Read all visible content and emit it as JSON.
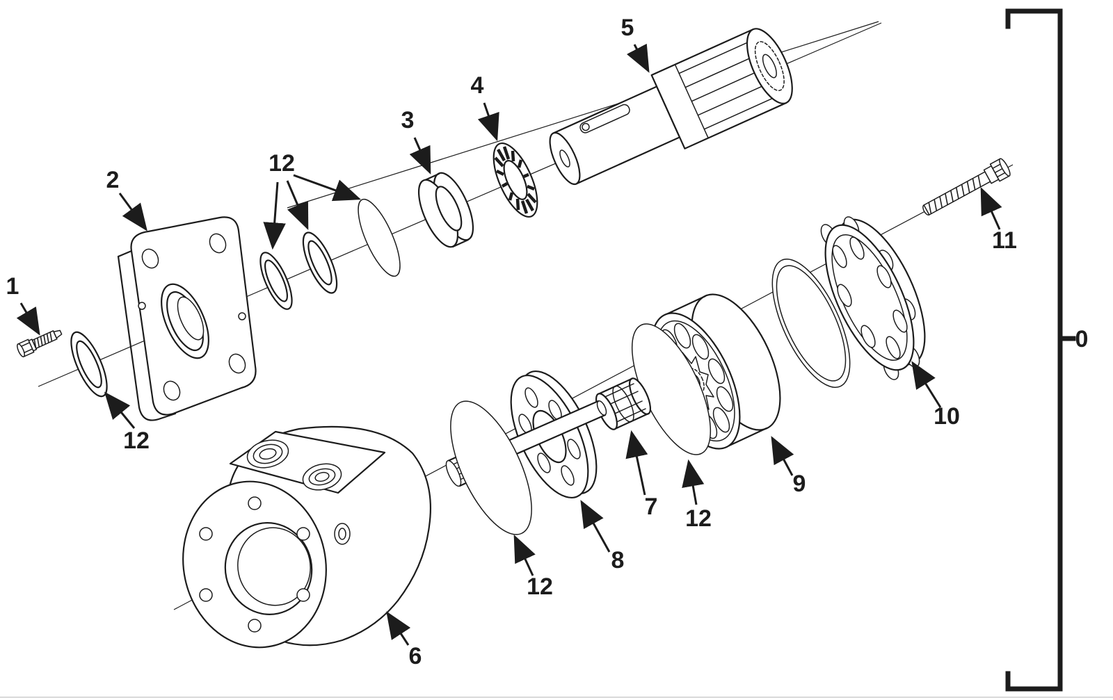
{
  "colors": {
    "background": "#ffffff",
    "line": "#1c1c1c"
  },
  "figure": {
    "callouts": {
      "c0": "0",
      "c1": "1",
      "c2": "2",
      "c3": "3",
      "c4": "4",
      "c5": "5",
      "c6": "6",
      "c7": "7",
      "c8": "8",
      "c9": "9",
      "c10": "10",
      "c11": "11",
      "c12a": "12",
      "c12b": "12",
      "c12c": "12",
      "c12d": "12"
    }
  }
}
